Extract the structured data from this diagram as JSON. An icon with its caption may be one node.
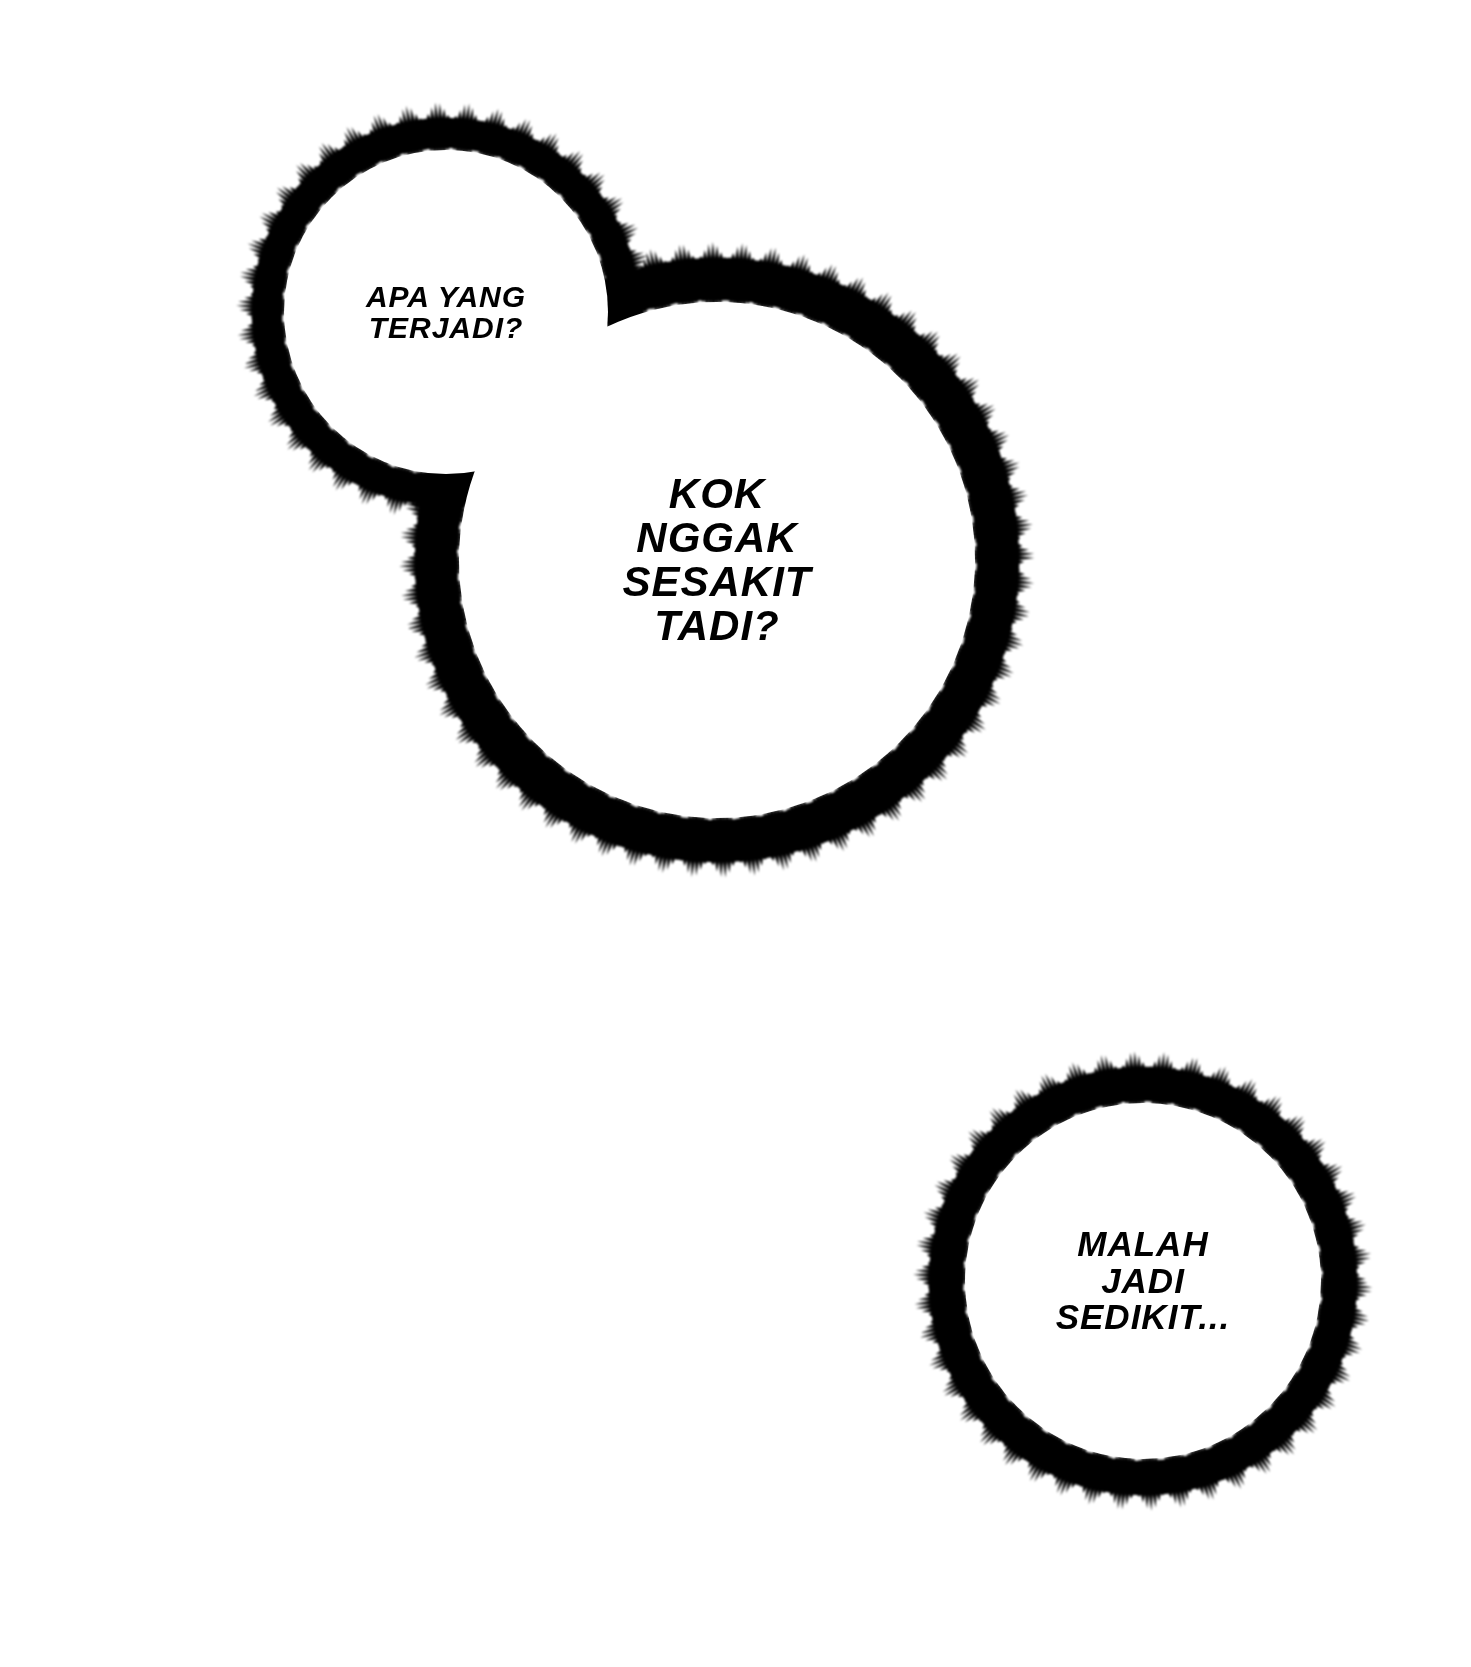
{
  "diagram": {
    "nodes": [
      {
        "text": [
          "APA YANG TERJADI?"
        ]
      },
      {
        "text": [
          "KOK NGGAK SESAKIT TADI?"
        ]
      },
      {
        "text": [
          "MALAH JADI SEDIKIT..."
        ]
      }
    ]
  }
}
